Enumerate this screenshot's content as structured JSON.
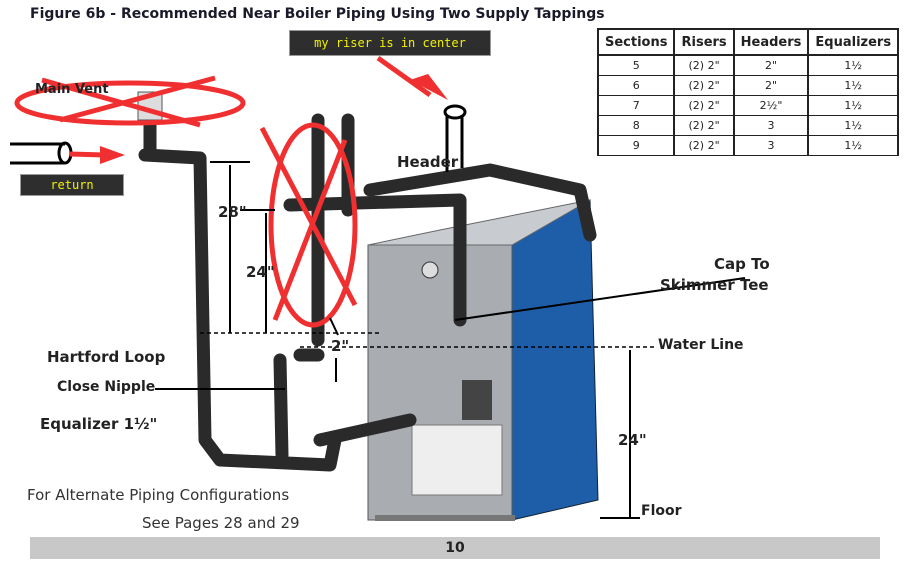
{
  "title": "Figure 6b - Recommended Near Boiler Piping Using Two Supply Tappings",
  "notes": {
    "riser": "my riser is in center",
    "return": "return"
  },
  "labels": {
    "main_vent": "Main Vent",
    "header": "Header",
    "dim_28": "28\"",
    "dim_24_upper": "24\"",
    "dim_2": "2\"",
    "cap_to": "Cap To",
    "skimmer_tee": "Skimmer Tee",
    "water_line": "Water Line",
    "hartford_loop": "Hartford Loop",
    "close_nipple": "Close Nipple",
    "equalizer": "Equalizer 1½\"",
    "dim_24_lower": "24\"",
    "floor": "Floor",
    "alt_line1": "For Alternate Piping Configurations",
    "alt_line2": "See Pages 28 and 29"
  },
  "table": {
    "headers": [
      "Sections",
      "Risers",
      "Headers",
      "Equalizers"
    ],
    "rows": [
      [
        "5",
        "(2) 2\"",
        "2\"",
        "1½"
      ],
      [
        "6",
        "(2) 2\"",
        "2\"",
        "1½"
      ],
      [
        "7",
        "(2) 2\"",
        "2½\"",
        "1½"
      ],
      [
        "8",
        "(2) 2\"",
        "3",
        "1½"
      ],
      [
        "9",
        "(2) 2\"",
        "3",
        "1½"
      ]
    ]
  },
  "page_number": "10",
  "colors": {
    "annotation_red": "#f03030",
    "boiler_blue": "#1e5ea8",
    "pipe": "#2a2a2a",
    "note_text": "#f2f200"
  }
}
